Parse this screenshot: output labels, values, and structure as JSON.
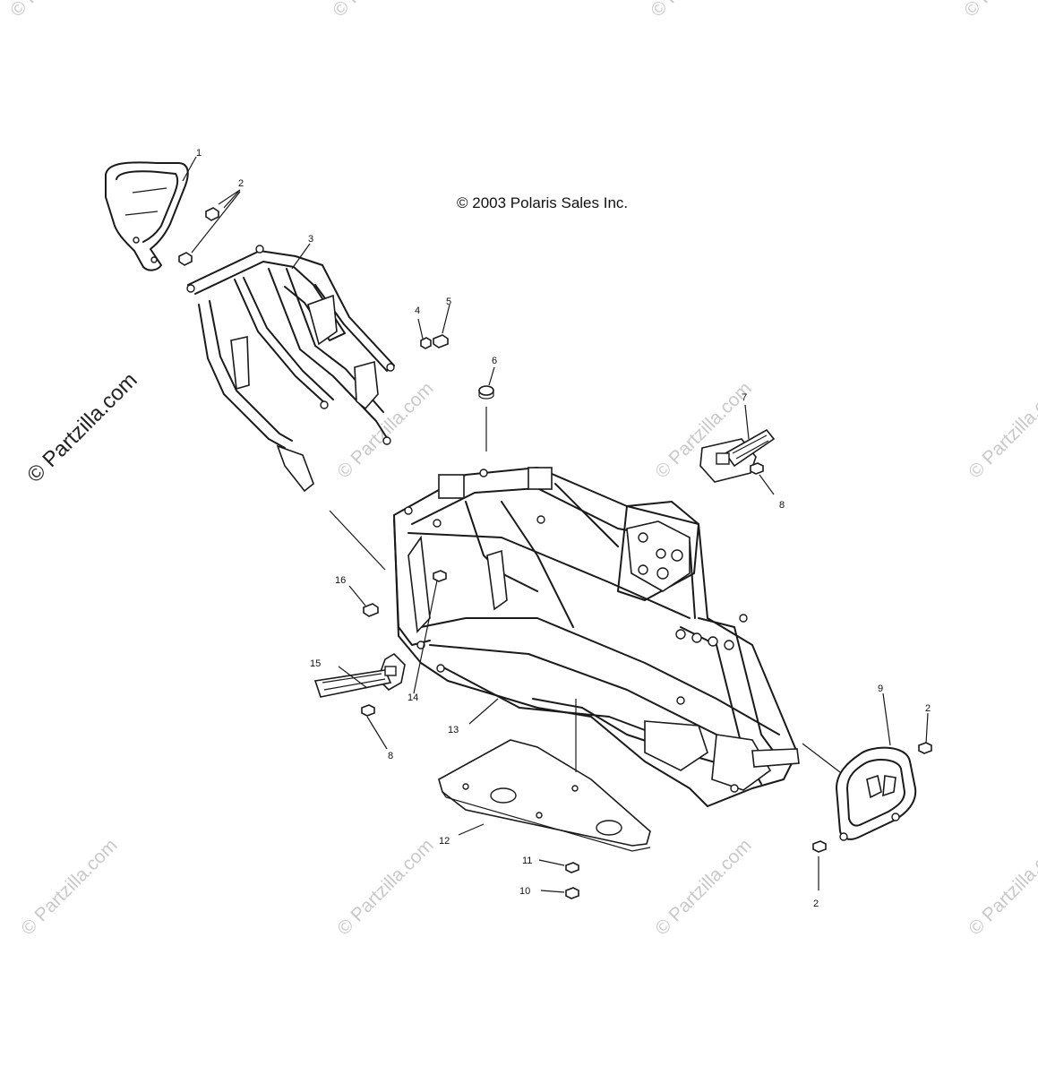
{
  "copyright": "© 2003 Polaris Sales Inc.",
  "watermark": {
    "side_text": "© Partzilla.com",
    "tile_text": "© Partzilla.com",
    "color": "#c9c9c9"
  },
  "callouts": {
    "c1": "1",
    "c2a": "2",
    "c2b": "2",
    "c2c": "2",
    "c3": "3",
    "c4": "4",
    "c5": "5",
    "c6": "6",
    "c7": "7",
    "c8a": "8",
    "c8b": "8",
    "c9": "9",
    "c10": "10",
    "c11": "11",
    "c12": "12",
    "c13": "13",
    "c14": "14",
    "c15": "15",
    "c16": "16"
  },
  "parts": {
    "rear_bumper": "rear-grab-bar-icon",
    "subframe": "rear-subframe-icon",
    "main_frame": "main-frame-icon",
    "skid_plate": "skid-plate-icon",
    "front_bumper": "front-bumper-icon",
    "footrest_right": "footrest-icon",
    "footrest_left": "footrest-icon"
  }
}
